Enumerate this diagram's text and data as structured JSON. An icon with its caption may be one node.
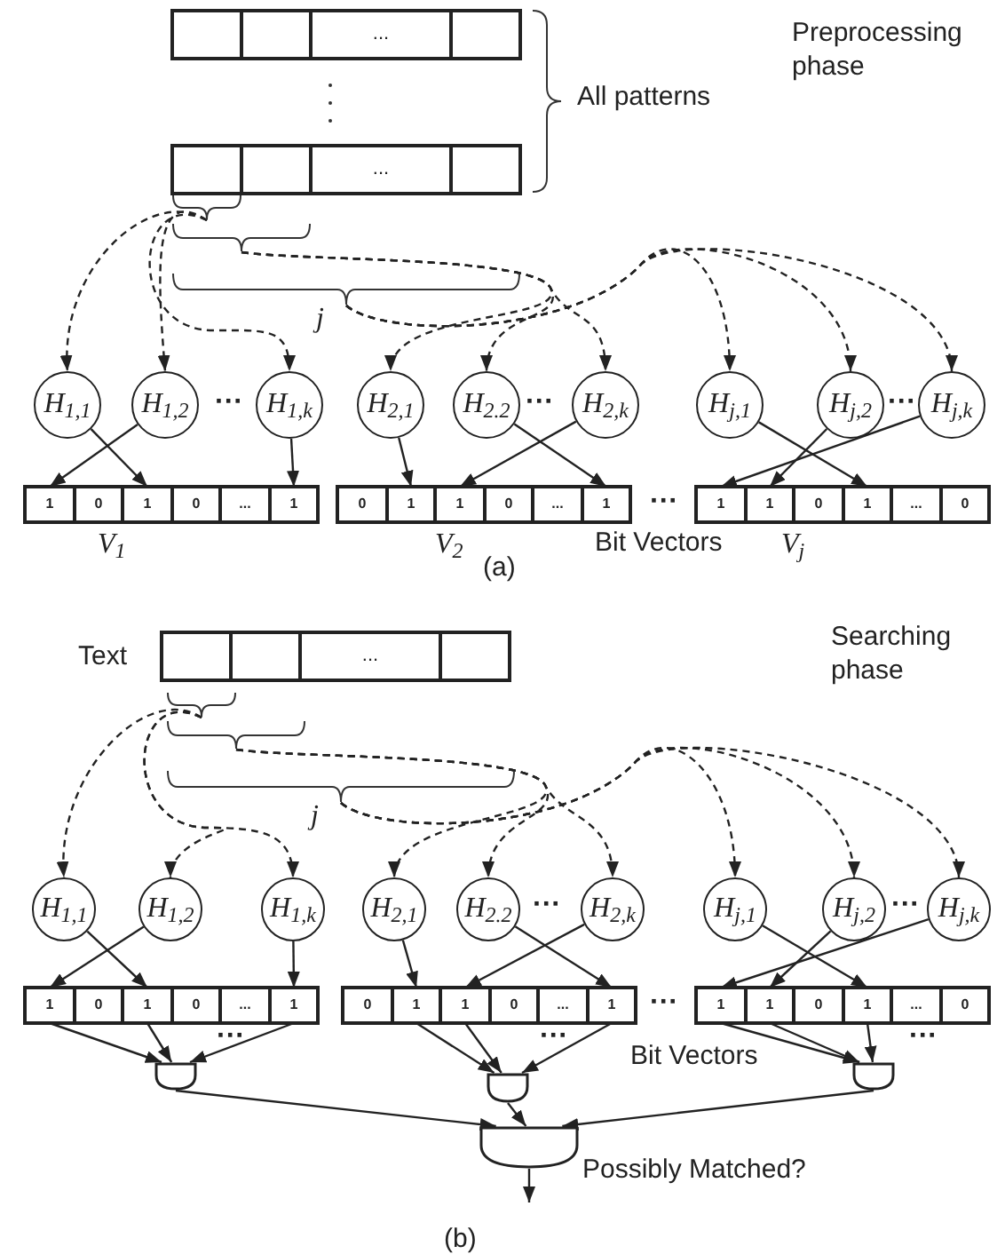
{
  "diagram": {
    "nodes": [
      {
        "text": [],
        "shape": "bar"
      },
      {
        "text": [],
        "shape": "box",
        "in": 0
      },
      {
        "text": [],
        "shape": "box",
        "in": 0
      },
      {
        "text": [
          "..."
        ],
        "in": 0
      },
      {
        "text": [],
        "shape": "box",
        "in": 0
      },
      {
        "text": [],
        "shape": "bar"
      },
      {
        "text": [],
        "shape": "box",
        "in": 5
      },
      {
        "text": [],
        "shape": "box",
        "in": 5
      },
      {
        "text": [
          "..."
        ],
        "in": 5
      },
      {
        "text": [],
        "shape": "box",
        "in": 5
      },
      {
        "text": [],
        "shape": "brace"
      },
      {
        "text": [],
        "shape": "brace"
      },
      {
        "text": [],
        "shape": "brace",
        "beside": [
          "j"
        ]
      },
      {
        "text": [
          "H$_{1,1}$"
        ]
      },
      {
        "text": [
          "H$_{1,2}$"
        ]
      },
      {
        "text": [
          "H$_{1,k}$"
        ]
      },
      {
        "text": [
          "H$_{2,1}$"
        ]
      },
      {
        "text": [
          "H$_{2.2}$"
        ]
      },
      {
        "text": [
          "H$_{2,k}$"
        ]
      },
      {
        "text": [
          "H$_{j,1}$"
        ]
      },
      {
        "text": [
          "H$_{j,2}$"
        ]
      },
      {
        "text": [
          "H$_{j,k}$"
        ]
      },
      {
        "text": [],
        "shape": "bar",
        "beside": [
          "V$_{1}$"
        ]
      },
      {
        "text": [
          "1"
        ],
        "in": 22
      },
      {
        "text": [
          "0"
        ],
        "in": 22
      },
      {
        "text": [
          "1"
        ],
        "in": 22
      },
      {
        "text": [
          "0"
        ],
        "in": 22
      },
      {
        "text": [
          "..."
        ],
        "in": 22
      },
      {
        "text": [
          "1"
        ],
        "in": 22
      },
      {
        "text": [],
        "shape": "bar",
        "beside": [
          "V$_{2}$"
        ]
      },
      {
        "text": [
          "0"
        ],
        "in": 29
      },
      {
        "text": [
          "1"
        ],
        "in": 29
      },
      {
        "text": [
          "1"
        ],
        "in": 29
      },
      {
        "text": [
          "0"
        ],
        "in": 29
      },
      {
        "text": [
          "..."
        ],
        "in": 29
      },
      {
        "text": [
          "1"
        ],
        "in": 29
      },
      {
        "text": [],
        "shape": "bar",
        "beside": [
          "V$_{j}$"
        ]
      },
      {
        "text": [
          "1"
        ],
        "in": 36
      },
      {
        "text": [
          "1"
        ],
        "in": 36
      },
      {
        "text": [
          "0"
        ],
        "in": 36
      },
      {
        "text": [
          "1"
        ],
        "in": 36
      },
      {
        "text": [
          "..."
        ],
        "in": 36
      },
      {
        "text": [
          "0"
        ],
        "in": 36
      },
      {
        "text": [],
        "shape": "bar",
        "beside": [
          "Text"
        ]
      },
      {
        "text": [],
        "shape": "box",
        "in": 43
      },
      {
        "text": [],
        "shape": "box",
        "in": 43
      },
      {
        "text": [
          "..."
        ],
        "in": 43
      },
      {
        "text": [],
        "shape": "box",
        "in": 43
      },
      {
        "text": [],
        "shape": "brace"
      },
      {
        "text": [],
        "shape": "brace"
      },
      {
        "text": [],
        "shape": "brace",
        "beside": [
          "j"
        ]
      },
      {
        "text": [
          "H$_{1,1}$"
        ]
      },
      {
        "text": [
          "H$_{1,2}$"
        ]
      },
      {
        "text": [
          "H$_{1,k}$"
        ]
      },
      {
        "text": [
          "H$_{2,1}$"
        ]
      },
      {
        "text": [
          "H$_{2.2}$"
        ]
      },
      {
        "text": [
          "H$_{2,k}$"
        ]
      },
      {
        "text": [
          "H$_{j,1}$"
        ]
      },
      {
        "text": [
          "H$_{j,2}$"
        ]
      },
      {
        "text": [
          "H$_{j,k}$"
        ]
      },
      {
        "text": [],
        "shape": "bar"
      },
      {
        "text": [
          "1"
        ],
        "in": 60
      },
      {
        "text": [
          "0"
        ],
        "in": 60
      },
      {
        "text": [
          "1"
        ],
        "in": 60
      },
      {
        "text": [
          "0"
        ],
        "in": 60
      },
      {
        "text": [
          "..."
        ],
        "in": 60
      },
      {
        "text": [
          "1"
        ],
        "in": 60
      },
      {
        "text": [],
        "shape": "bar"
      },
      {
        "text": [
          "0"
        ],
        "in": 67
      },
      {
        "text": [
          "1"
        ],
        "in": 67
      },
      {
        "text": [
          "1"
        ],
        "in": 67
      },
      {
        "text": [
          "0"
        ],
        "in": 67
      },
      {
        "text": [
          "..."
        ],
        "in": 67
      },
      {
        "text": [
          "1"
        ],
        "in": 67
      },
      {
        "text": [],
        "shape": "bar"
      },
      {
        "text": [
          "1"
        ],
        "in": 74
      },
      {
        "text": [
          "1"
        ],
        "in": 74
      },
      {
        "text": [
          "0"
        ],
        "in": 74
      },
      {
        "text": [
          "1"
        ],
        "in": 74
      },
      {
        "text": [
          "..."
        ],
        "in": 74
      },
      {
        "text": [
          "0"
        ],
        "in": 74
      },
      {
        "text": [],
        "shape": "gate"
      },
      {
        "text": [],
        "shape": "gate"
      },
      {
        "text": [],
        "shape": "gate"
      },
      {
        "text": [],
        "shape": "gate",
        "beside": [
          "Possibly Matched?"
        ]
      }
    ],
    "edges": [
      {
        "from": 10,
        "to": 13,
        "arrow": "to",
        "style": "dashed"
      },
      {
        "from": 10,
        "to": 14,
        "arrow": "to",
        "style": "dashed"
      },
      {
        "from": 10,
        "to": 15,
        "arrow": "to",
        "style": "dashed"
      },
      {
        "from": 11,
        "to": 16,
        "arrow": "to",
        "style": "dashed"
      },
      {
        "from": 11,
        "to": 17,
        "arrow": "to",
        "style": "dashed"
      },
      {
        "from": 11,
        "to": 18,
        "arrow": "to",
        "style": "dashed"
      },
      {
        "from": 12,
        "to": 19,
        "arrow": "to",
        "style": "dashed"
      },
      {
        "from": 12,
        "to": 20,
        "arrow": "to",
        "style": "dashed"
      },
      {
        "from": 12,
        "to": 21,
        "arrow": "to",
        "style": "dashed"
      },
      {
        "from": 13,
        "to": 25,
        "arrow": "to"
      },
      {
        "from": 14,
        "to": 23,
        "arrow": "to"
      },
      {
        "from": 15,
        "to": 28,
        "arrow": "to"
      },
      {
        "from": 16,
        "to": 31,
        "arrow": "to"
      },
      {
        "from": 17,
        "to": 35,
        "arrow": "to"
      },
      {
        "from": 18,
        "to": 32,
        "arrow": "to"
      },
      {
        "from": 19,
        "to": 40,
        "arrow": "to"
      },
      {
        "from": 20,
        "to": 38,
        "arrow": "to"
      },
      {
        "from": 21,
        "to": 37,
        "arrow": "to"
      },
      {
        "from": 48,
        "to": 51,
        "arrow": "to",
        "style": "dashed"
      },
      {
        "from": 48,
        "to": 52,
        "arrow": "to",
        "style": "dashed"
      },
      {
        "from": 48,
        "to": 53,
        "arrow": "to",
        "style": "dashed"
      },
      {
        "from": 49,
        "to": 54,
        "arrow": "to",
        "style": "dashed"
      },
      {
        "from": 49,
        "to": 55,
        "arrow": "to",
        "style": "dashed"
      },
      {
        "from": 49,
        "to": 56,
        "arrow": "to",
        "style": "dashed"
      },
      {
        "from": 50,
        "to": 57,
        "arrow": "to",
        "style": "dashed"
      },
      {
        "from": 50,
        "to": 58,
        "arrow": "to",
        "style": "dashed"
      },
      {
        "from": 50,
        "to": 59,
        "arrow": "to",
        "style": "dashed"
      },
      {
        "from": 51,
        "to": 63,
        "arrow": "to"
      },
      {
        "from": 52,
        "to": 61,
        "arrow": "to"
      },
      {
        "from": 53,
        "to": 66,
        "arrow": "to"
      },
      {
        "from": 54,
        "to": 69,
        "arrow": "to"
      },
      {
        "from": 55,
        "to": 73,
        "arrow": "to"
      },
      {
        "from": 56,
        "to": 70,
        "arrow": "to"
      },
      {
        "from": 57,
        "to": 78,
        "arrow": "to"
      },
      {
        "from": 58,
        "to": 76,
        "arrow": "to"
      },
      {
        "from": 59,
        "to": 75,
        "arrow": "to"
      },
      {
        "from": 61,
        "to": 81,
        "arrow": "to"
      },
      {
        "from": 63,
        "to": 81,
        "arrow": "to"
      },
      {
        "from": 66,
        "to": 81,
        "arrow": "to"
      },
      {
        "from": 69,
        "to": 82,
        "arrow": "to"
      },
      {
        "from": 70,
        "to": 82,
        "arrow": "to"
      },
      {
        "from": 73,
        "to": 82,
        "arrow": "to"
      },
      {
        "from": 75,
        "to": 83,
        "arrow": "to"
      },
      {
        "from": 76,
        "to": 83,
        "arrow": "to"
      },
      {
        "from": 78,
        "to": 83,
        "arrow": "to"
      },
      {
        "from": 81,
        "to": 84,
        "arrow": "to"
      },
      {
        "from": 82,
        "to": 84,
        "arrow": "to"
      },
      {
        "from": 83,
        "to": 84,
        "arrow": "to"
      },
      {
        "from": 84,
        "to": null,
        "arrow": "to"
      }
    ],
    "labels": [
      "Preprocessing phase",
      "All patterns",
      "···",
      "···",
      "···",
      "···",
      "Bit Vectors",
      "(a)",
      "Searching phase",
      "···",
      "···",
      "···",
      "···",
      "···",
      "···",
      "Bit Vectors",
      "(b)"
    ]
  }
}
